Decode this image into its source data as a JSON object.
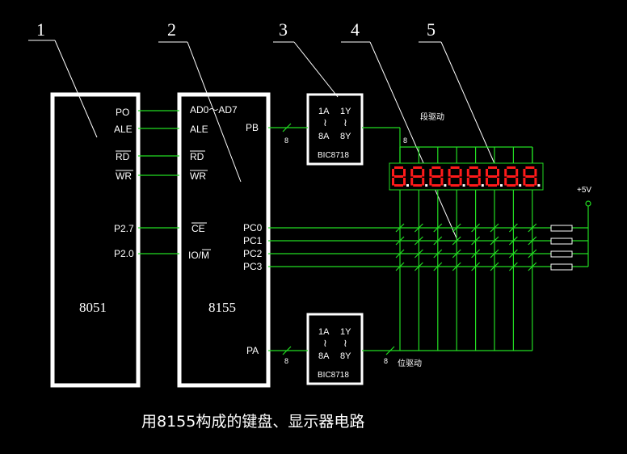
{
  "callouts": [
    "1",
    "2",
    "3",
    "4",
    "5"
  ],
  "chip8051": {
    "name": "8051",
    "pins": [
      "PO",
      "ALE",
      "RD",
      "WR",
      "P2.7",
      "P2.0"
    ]
  },
  "chip8155": {
    "name": "8155",
    "left_pins": [
      "AD0～AD7",
      "ALE",
      "RD",
      "WR",
      "CE",
      "IO/M"
    ],
    "right_pins": [
      "PB",
      "PC0",
      "PC1",
      "PC2",
      "PC3",
      "PA"
    ]
  },
  "driver_top": {
    "pins": [
      "1A",
      "1Y",
      "8A",
      "8Y"
    ],
    "name": "BIC8718"
  },
  "driver_bottom": {
    "pins": [
      "1A",
      "1Y",
      "8A",
      "8Y"
    ],
    "name": "BIC8718"
  },
  "bus_width": "8",
  "labels": {
    "segment_drive": "段驱动",
    "digit_drive": "位驱动",
    "vcc": "+5V"
  },
  "display": {
    "digits": [
      "8",
      "8",
      "8",
      "8",
      "8",
      "8",
      "8",
      "8"
    ]
  },
  "caption": "用8155构成的键盘、显示器电路",
  "colors": {
    "wire": "#22dd22",
    "segment": "#ff1a1a",
    "outline": "#ffffff",
    "background": "#000000"
  }
}
